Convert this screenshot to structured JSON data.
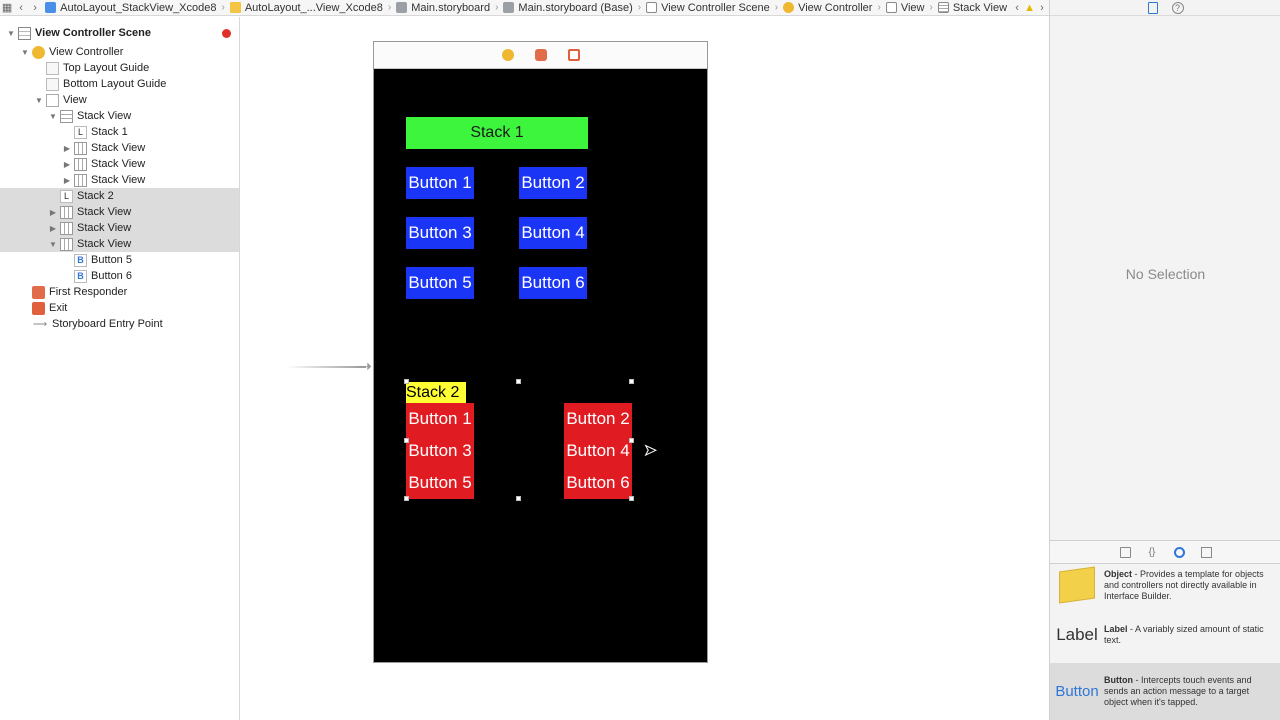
{
  "jumpbar": {
    "crumbs": [
      "AutoLayout_StackView_Xcode8",
      "AutoLayout_...View_Xcode8",
      "Main.storyboard",
      "Main.storyboard (Base)",
      "View Controller Scene",
      "View Controller",
      "View",
      "Stack View"
    ]
  },
  "outline": {
    "items": [
      {
        "label": "View Controller Scene",
        "icon": "scene-icon",
        "disclosure": "open"
      },
      {
        "label": "View Controller",
        "icon": "view-controller-icon",
        "disclosure": "open"
      },
      {
        "label": "Top Layout Guide",
        "icon": "layout-guide-icon"
      },
      {
        "label": "Bottom Layout Guide",
        "icon": "layout-guide-icon"
      },
      {
        "label": "View",
        "icon": "view-icon",
        "disclosure": "open"
      },
      {
        "label": "Stack View",
        "icon": "stack-view-icon",
        "disclosure": "open"
      },
      {
        "label": "Stack 1",
        "icon": "label-icon"
      },
      {
        "label": "Stack View",
        "icon": "stack-view-icon",
        "disclosure": "closed"
      },
      {
        "label": "Stack View",
        "icon": "stack-view-icon",
        "disclosure": "closed"
      },
      {
        "label": "Stack View",
        "icon": "stack-view-icon",
        "disclosure": "closed"
      },
      {
        "label": "Stack 2",
        "icon": "label-icon",
        "selected": true
      },
      {
        "label": "Stack View",
        "icon": "stack-view-icon",
        "disclosure": "closed",
        "selected": true
      },
      {
        "label": "Stack View",
        "icon": "stack-view-icon",
        "disclosure": "closed",
        "selected": true
      },
      {
        "label": "Stack View",
        "icon": "stack-view-icon",
        "disclosure": "open",
        "selected": true
      },
      {
        "label": "Button 5",
        "icon": "button-icon"
      },
      {
        "label": "Button 6",
        "icon": "button-icon"
      },
      {
        "label": "First Responder",
        "icon": "first-responder-icon"
      },
      {
        "label": "Exit",
        "icon": "exit-icon"
      },
      {
        "label": "Storyboard Entry Point",
        "icon": "entry-arrow-icon"
      }
    ],
    "icon_glyphs": {
      "label": "L",
      "button": "B"
    }
  },
  "canvas": {
    "stack1": {
      "title": "Stack 1",
      "buttons": [
        "Button 1",
        "Button 2",
        "Button 3",
        "Button 4",
        "Button 5",
        "Button 6"
      ]
    },
    "stack2": {
      "title": "Stack 2",
      "left_column": [
        "Button 1",
        "Button 3",
        "Button 5"
      ],
      "right_column": [
        "Button 2",
        "Button 4",
        "Button 6"
      ]
    }
  },
  "inspector": {
    "empty_text": "No Selection"
  },
  "library": {
    "items": [
      {
        "name": "Object",
        "desc": " - Provides a template for objects and controllers not directly available in Interface Builder.",
        "thumb": ""
      },
      {
        "name": "Label",
        "desc": " - A variably sized amount of static text.",
        "thumb": "Label"
      },
      {
        "name": "Button",
        "desc": " - Intercepts touch events and sends an action message to a target object when it's tapped.",
        "thumb": "Button"
      }
    ]
  },
  "colors": {
    "stack1_bg": "#3cf53c",
    "stack_button_blue": "#1a35f5",
    "stack2_label_bg": "#ffff33",
    "stack2_button_red": "#e01c22",
    "scene_bg": "#000000"
  }
}
